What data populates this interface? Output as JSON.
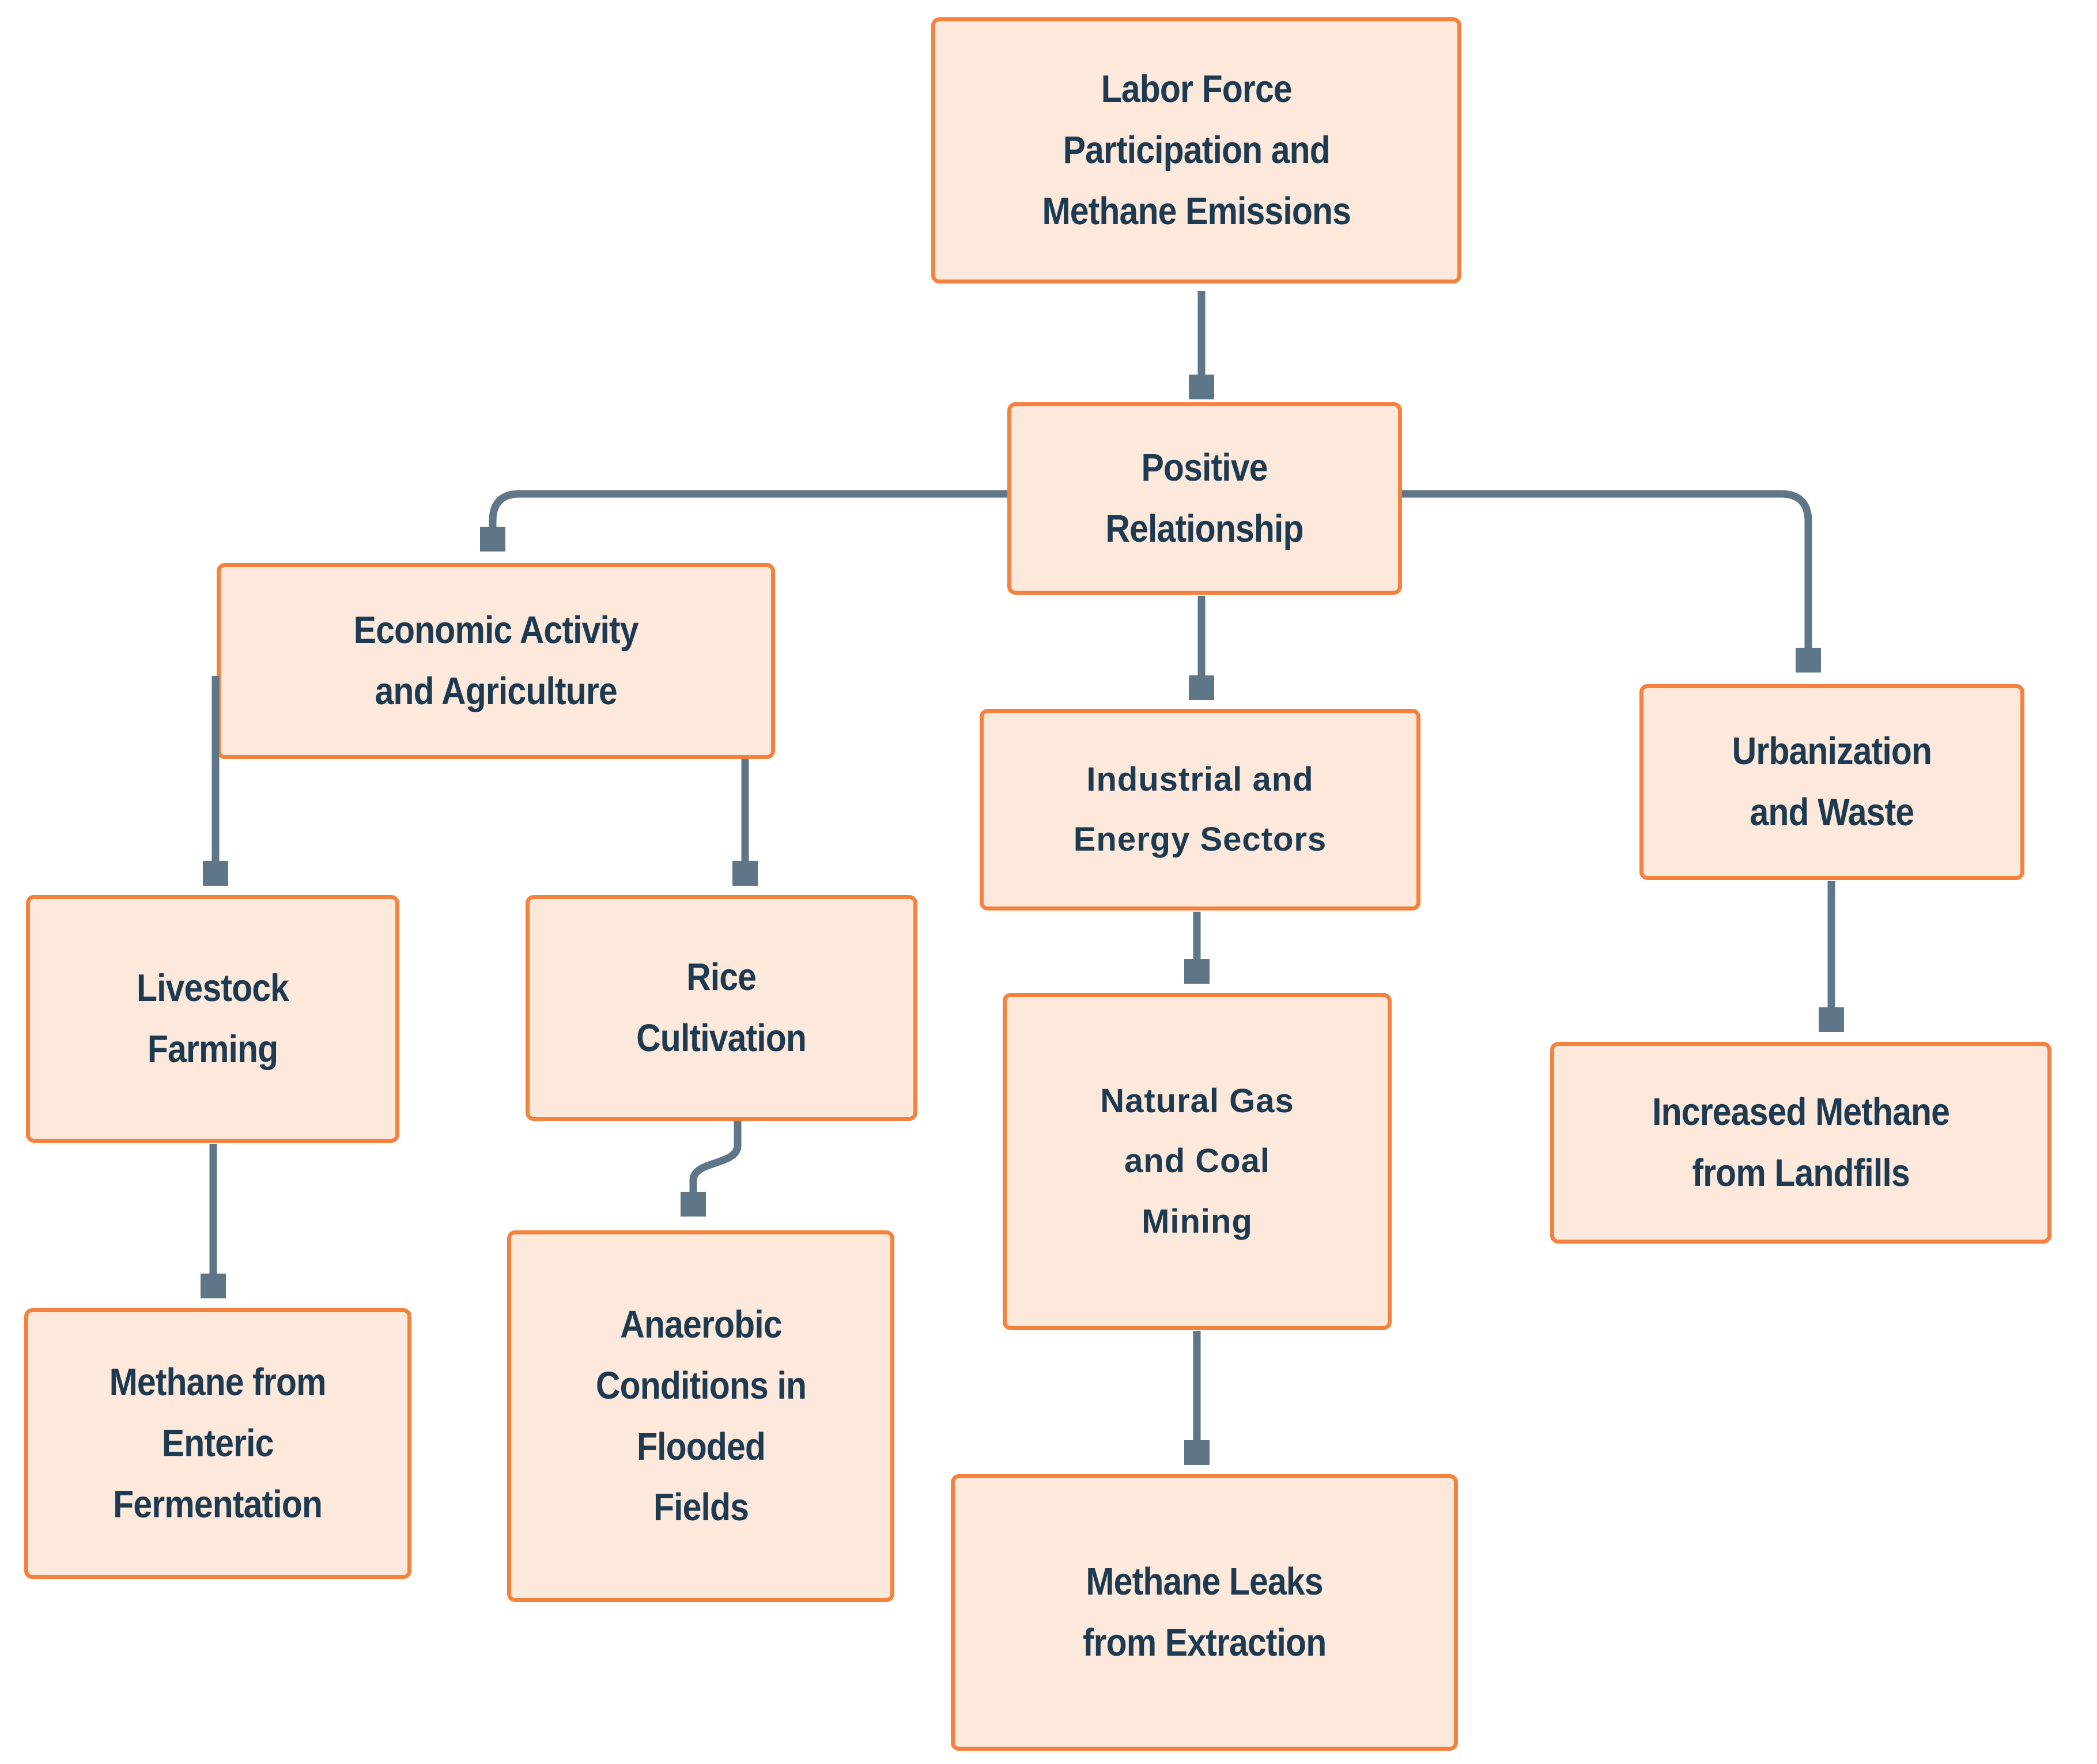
{
  "diagram": {
    "background_color": "#ffffff",
    "node_fill_color": "#fce9dc",
    "node_border_color": "#f5813e",
    "node_text_color": "#1e3a50",
    "arrow_color": "#5e7687",
    "nodes": {
      "labor": {
        "label": "Labor Force\nParticipation and\nMethane Emissions"
      },
      "positive": {
        "label": "Positive\nRelationship"
      },
      "econ": {
        "label": "Economic Activity\nand Agriculture"
      },
      "industrial": {
        "label": "Industrial and\nEnergy Sectors"
      },
      "urban": {
        "label": "Urbanization\nand Waste"
      },
      "livestock": {
        "label": "Livestock\nFarming"
      },
      "rice": {
        "label": "Rice\nCultivation"
      },
      "gas": {
        "label": "Natural Gas\nand Coal\nMining"
      },
      "landfills": {
        "label": "Increased Methane\nfrom Landfills"
      },
      "enteric": {
        "label": "Methane from\nEnteric\nFermentation"
      },
      "anaerobic": {
        "label": "Anaerobic\nConditions in\nFlooded\nFields"
      },
      "leaks": {
        "label": "Methane Leaks\nfrom Extraction"
      }
    },
    "edges": [
      {
        "from": "labor",
        "to": "positive"
      },
      {
        "from": "positive",
        "to": "econ"
      },
      {
        "from": "positive",
        "to": "industrial"
      },
      {
        "from": "positive",
        "to": "urban"
      },
      {
        "from": "econ",
        "to": "livestock"
      },
      {
        "from": "econ",
        "to": "rice"
      },
      {
        "from": "livestock",
        "to": "enteric"
      },
      {
        "from": "rice",
        "to": "anaerobic"
      },
      {
        "from": "industrial",
        "to": "gas"
      },
      {
        "from": "gas",
        "to": "leaks"
      },
      {
        "from": "urban",
        "to": "landfills"
      }
    ]
  }
}
